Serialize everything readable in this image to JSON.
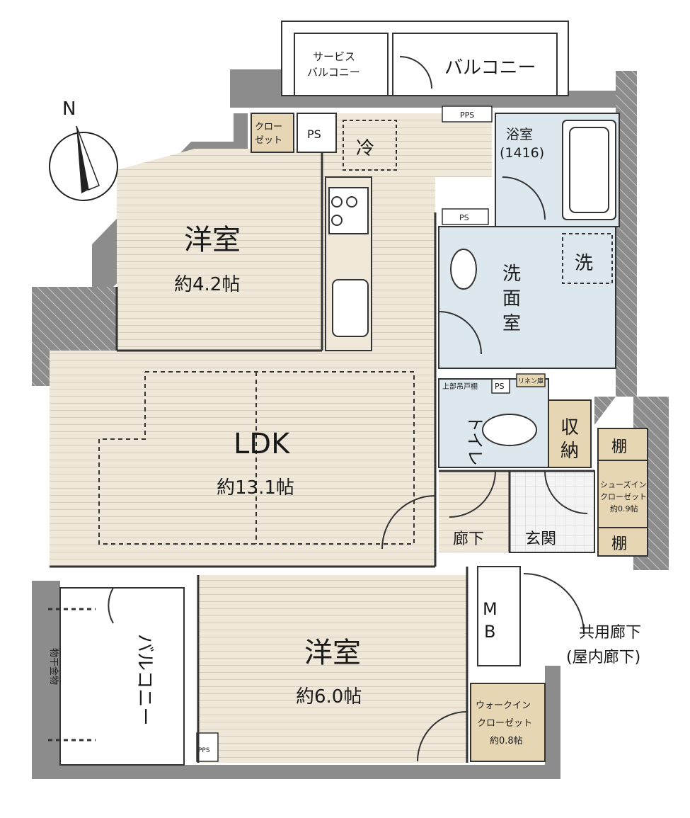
{
  "compass": {
    "north": "N"
  },
  "rooms": {
    "bedroom1": {
      "name": "洋室",
      "size": "約4.2帖"
    },
    "ldk": {
      "name": "LDK",
      "size": "約13.1帖"
    },
    "bedroom2": {
      "name": "洋室",
      "size": "約6.0帖"
    },
    "bath": {
      "name": "浴室",
      "size": "(1416)"
    },
    "washroom": {
      "chars": [
        "洗",
        "面",
        "室"
      ]
    },
    "washer": "洗",
    "toilet": "トイレ",
    "storage": {
      "chars": [
        "収",
        "納"
      ]
    },
    "hall": "廊下",
    "entrance": "玄関",
    "shoes_closet": {
      "line1": "シューズイン",
      "line2": "クローゼット",
      "size": "約0.9帖"
    },
    "shelf_top": "棚",
    "shelf_bottom": "棚",
    "walkin": {
      "line1": "ウォークイン",
      "line2": "クローゼット",
      "size": "約0.8帖"
    },
    "closet": {
      "line1": "クロー",
      "line2": "ゼット"
    },
    "fridge": "冷",
    "mb": {
      "chars": [
        "M",
        "B"
      ]
    },
    "ps1": "PS",
    "ps2": "PS",
    "ps3": "PS",
    "pps1": "PPS",
    "pps2": "PPS",
    "upper_cabinet": "上部吊戸棚",
    "linen": "リネン庫"
  },
  "balconies": {
    "service": {
      "line1": "サービス",
      "line2": "バルコニー"
    },
    "north": "バルコニー",
    "west": "バルコニー",
    "drying": "物干金物"
  },
  "common": {
    "line1": "共用廊下",
    "line2": "(屋内廊下)"
  },
  "colors": {
    "wall": "#8c8c8c",
    "floor": "#efe7d8",
    "wet": "#dde8ee",
    "closet": "#e6d6b4"
  }
}
